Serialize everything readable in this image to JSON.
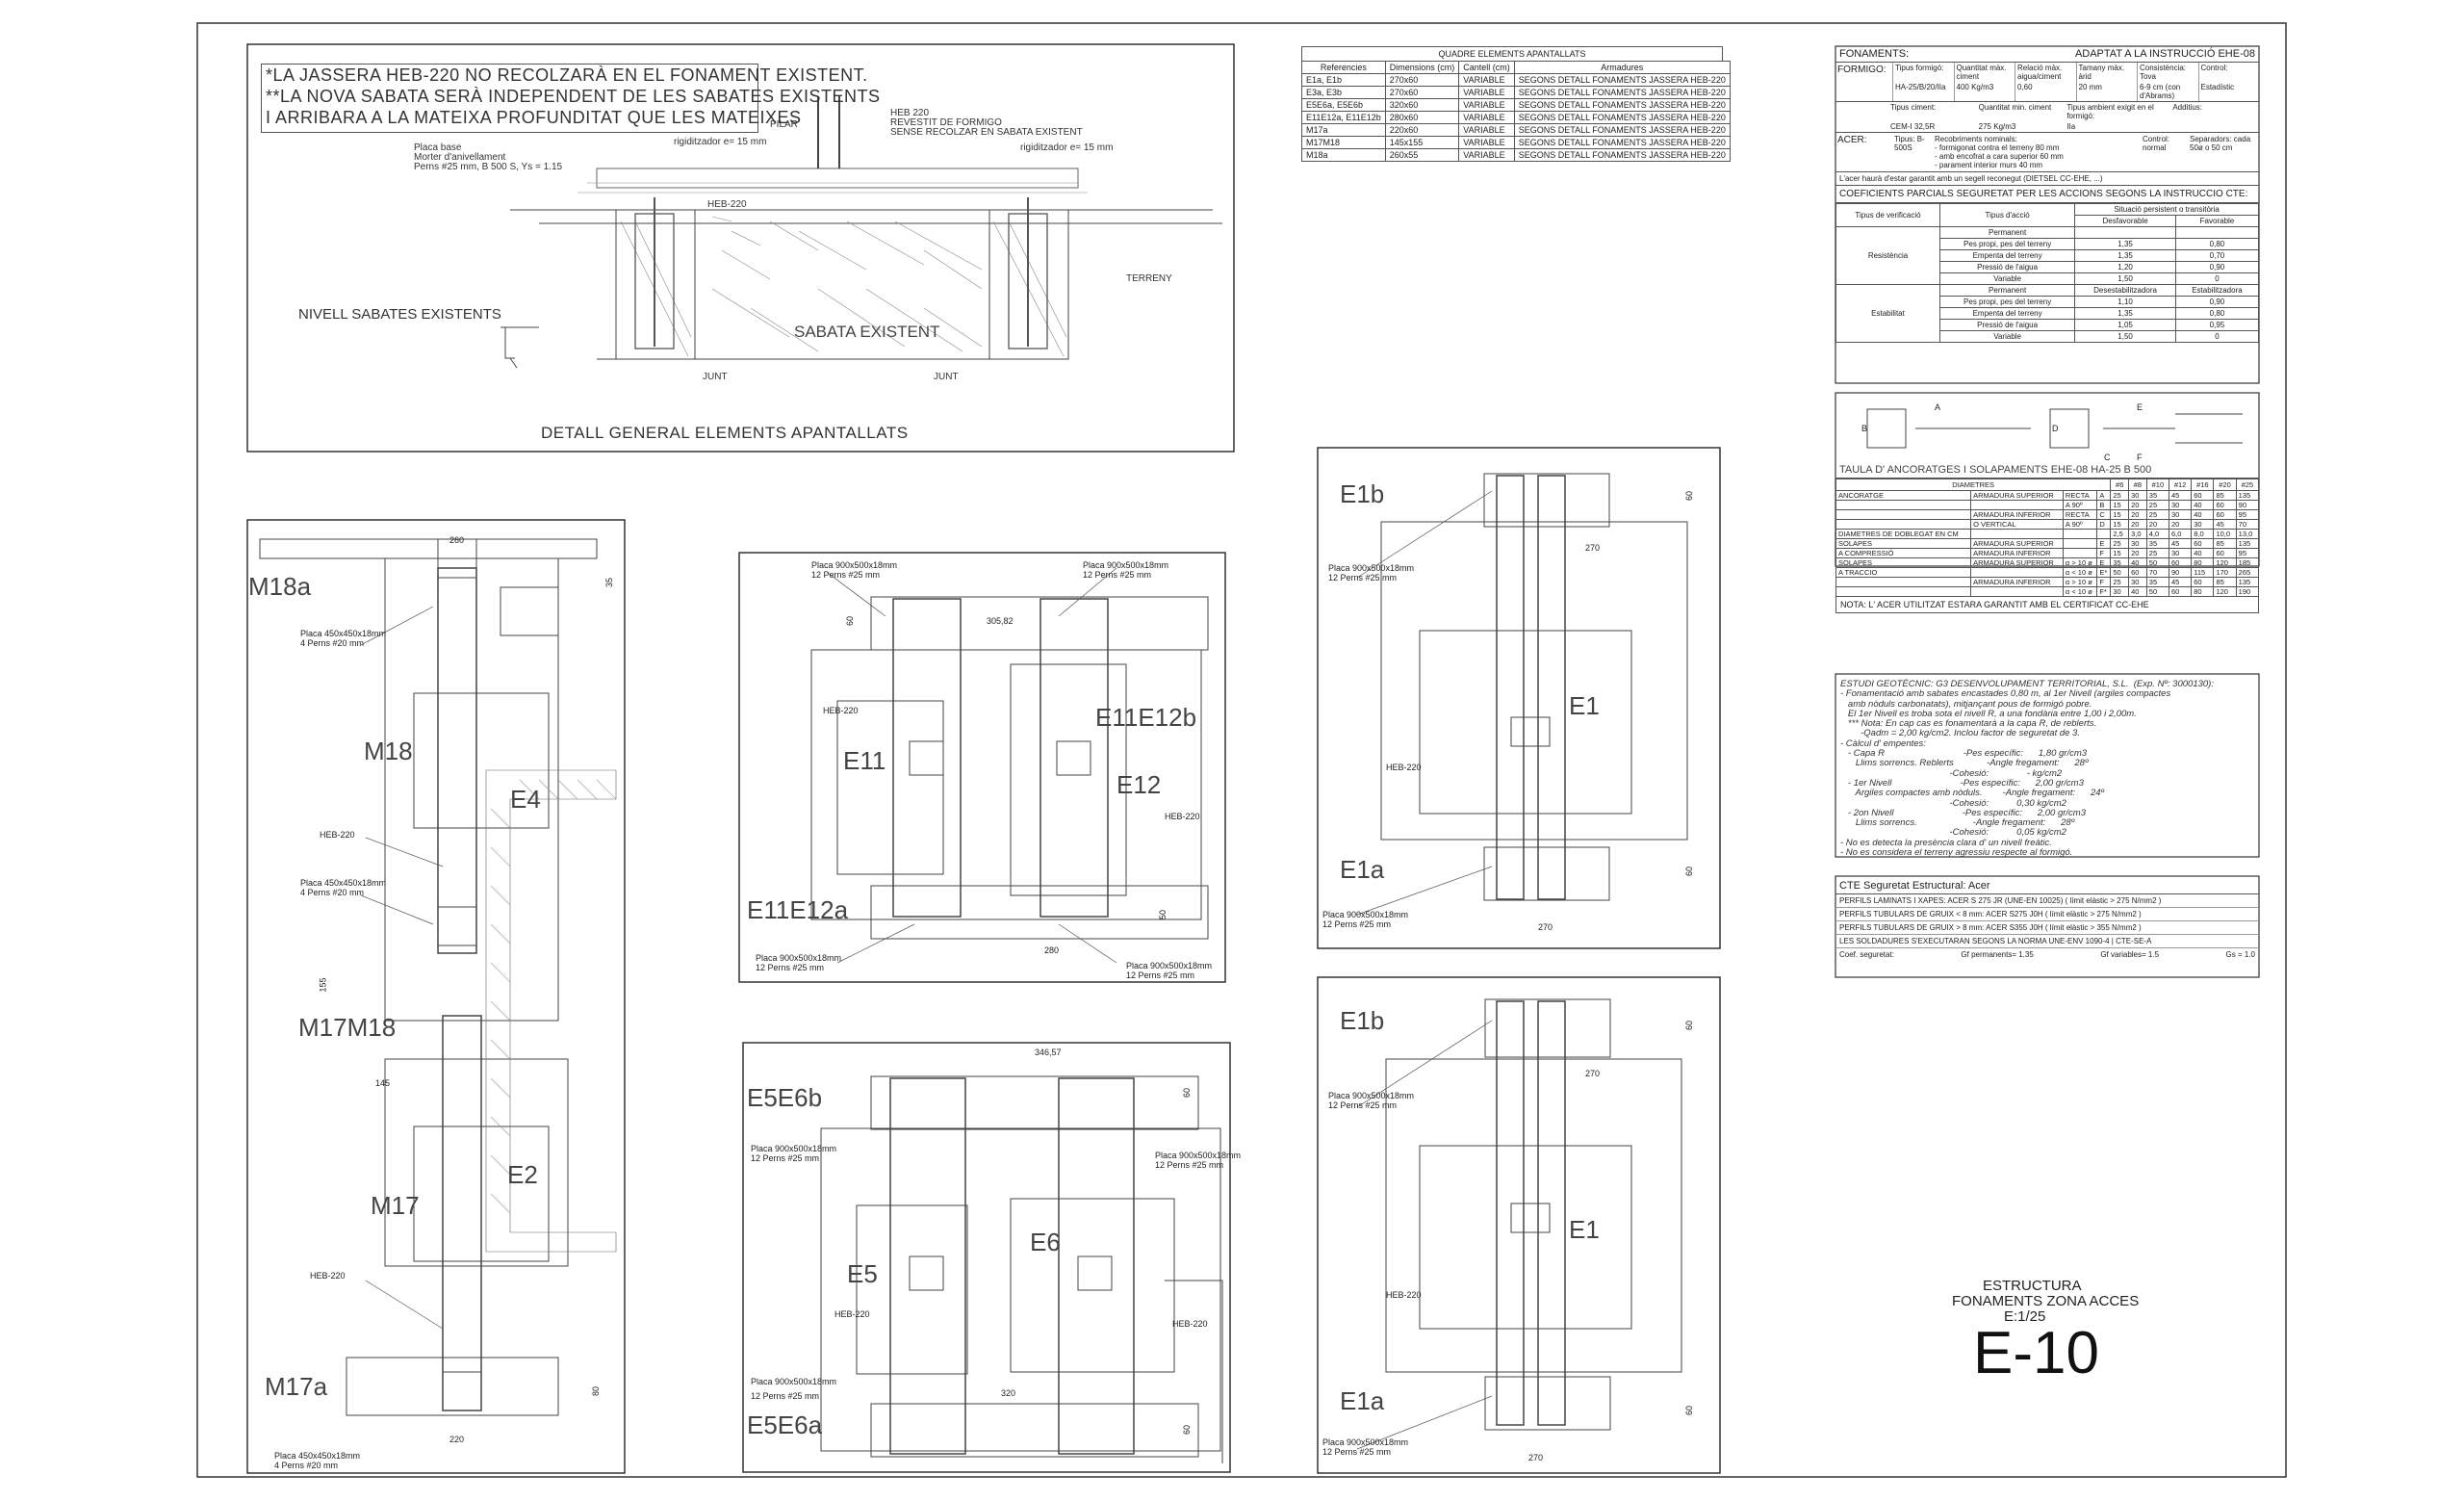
{
  "notes": {
    "line1": "*LA JASSERA HEB-220 NO RECOLZARÀ EN EL FONAMENT EXISTENT.",
    "line2": "**LA NOVA SABATA SERÀ INDEPENDENT DE LES SABATES EXISTENTS",
    "line3": "I ARRIBARA A LA MATEIXA PROFUNDITAT QUE LES MATEIXES"
  },
  "section": {
    "title": "DETALL GENERAL ELEMENTS APANTALLATS",
    "pilar": "PILAR",
    "heb_note": [
      "HEB 220",
      "REVESTIT DE FORMIGO",
      "SENSE RECOLZAR EN SABATA EXISTENT"
    ],
    "placa_note": [
      "Placa base",
      "Morter d'anivellament",
      "Perns #25 mm, B 500 S, Ys = 1.15"
    ],
    "rigid_left": "rigiditzador e= 15 mm",
    "rigid_right": "rigiditzador e= 15 mm",
    "heb": "HEB-220",
    "terreny": "TERRENY",
    "nivell": "NIVELL SABATES EXISTENTS",
    "sabata": "SABATA EXISTENT",
    "junt": "JUNT"
  },
  "quadre": {
    "title": "QUADRE ELEMENTS APANTALLATS",
    "headers": [
      "Referencies",
      "Dimensions (cm)",
      "Cantell (cm)",
      "Armadures"
    ],
    "rows": [
      [
        "E1a, E1b",
        "270x60",
        "VARIABLE",
        "SEGONS DETALL FONAMENTS JASSERA HEB-220"
      ],
      [
        "E3a, E3b",
        "270x60",
        "VARIABLE",
        "SEGONS DETALL FONAMENTS JASSERA HEB-220"
      ],
      [
        "E5E6a, E5E6b",
        "320x60",
        "VARIABLE",
        "SEGONS DETALL FONAMENTS JASSERA HEB-220"
      ],
      [
        "E11E12a, E11E12b",
        "280x60",
        "VARIABLE",
        "SEGONS DETALL FONAMENTS JASSERA HEB-220"
      ],
      [
        "M17a",
        "220x60",
        "VARIABLE",
        "SEGONS DETALL FONAMENTS JASSERA HEB-220"
      ],
      [
        "M17M18",
        "145x155",
        "VARIABLE",
        "SEGONS DETALL FONAMENTS JASSERA HEB-220"
      ],
      [
        "M18a",
        "260x55",
        "VARIABLE",
        "SEGONS DETALL FONAMENTS JASSERA HEB-220"
      ]
    ]
  },
  "fonaments": {
    "title": "FONAMENTS:",
    "subtitle": "ADAPTAT A LA INSTRUCCIÓ EHE-08",
    "formigo_label": "FORMIGO:",
    "formigo_cells": [
      "Tipus formigó:",
      "Quantitat màx. ciment",
      "Relació màx. aigua/ciment",
      "Tamany màx. àrid",
      "Consistència: Tova",
      "Control:"
    ],
    "formigo_vals": [
      "HA-25/B/20/IIa",
      "400 Kg/m3",
      "0,60",
      "20 mm",
      "6-9 cm (con d'Abrams)",
      "Estadístic"
    ],
    "ciment_cells": [
      "Tipus ciment:",
      "Quantitat min. ciment",
      "Tipus ambient exigit en el formigó:",
      "Additius:"
    ],
    "ciment_vals": [
      "CEM-I 32,5R",
      "275 Kg/m3",
      "IIa"
    ],
    "acer_label": "ACER:",
    "acer_tipus": "Tipus: B-500S",
    "acer_recob": [
      "Recobriments nominals:",
      "- formigonat contra el terreny 80 mm",
      "- amb encofrat a cara superior 60 mm",
      "- parament interior murs 40 mm"
    ],
    "acer_control": "Control: normal",
    "acer_sep": "Separadors: cada 50ø o 50 cm",
    "acer_note": "L'acer haurà d'estar garantit amb un segell reconegut (DIETSEL CC-EHE, ...)"
  },
  "coef": {
    "title": "COEFICIENTS PARCIALS SEGURETAT PER LES ACCIONS SEGONS LA INSTRUCCIO CTE:",
    "headers": [
      "Tipus de verificació",
      "Tipus d'acció",
      "Situació persistent o transitòria",
      "Desfavorable",
      "Favorable"
    ],
    "resistencia": "Resistència",
    "estabilitat": "Estabilitat",
    "res_rows": [
      [
        "Permanent",
        "",
        ""
      ],
      [
        "Pes propi, pes del terreny",
        "1,35",
        "0,80"
      ],
      [
        "Empenta del terreny",
        "1,35",
        "0,70"
      ],
      [
        "Pressió de l'aigua",
        "1,20",
        "0,90"
      ],
      [
        "Variable",
        "1,50",
        "0"
      ]
    ],
    "est_rows": [
      [
        "Permanent",
        "Desestabilitzadora",
        "Estabilitzadora"
      ],
      [
        "Pes propi, pes del terreny",
        "1,10",
        "0,90"
      ],
      [
        "Empenta del terreny",
        "1,35",
        "0,80"
      ],
      [
        "Pressió de l'aigua",
        "1,05",
        "0,95"
      ],
      [
        "Variable",
        "1,50",
        "0"
      ]
    ]
  },
  "ancoratges": {
    "letters": [
      "B",
      "A",
      "C",
      "D",
      "E",
      "F"
    ],
    "title": "TAULA D' ANCORATGES I SOLAPAMENTS EHE-08   HA-25   B 500",
    "diam_label": "DIAMETRES",
    "diams": [
      "#6",
      "#8",
      "#10",
      "#12",
      "#16",
      "#20",
      "#25"
    ],
    "rows": [
      [
        "ANCORATGE",
        "ARMADURA SUPERIOR",
        "RECTA",
        "A",
        "25",
        "30",
        "35",
        "45",
        "60",
        "85",
        "135"
      ],
      [
        "",
        "",
        "A 90º",
        "B",
        "15",
        "20",
        "25",
        "30",
        "40",
        "60",
        "90"
      ],
      [
        "",
        "ARMADURA INFERIOR",
        "RECTA",
        "C",
        "15",
        "20",
        "25",
        "30",
        "40",
        "60",
        "95"
      ],
      [
        "",
        "O VERTICAL",
        "A 90º",
        "D",
        "15",
        "20",
        "20",
        "20",
        "30",
        "45",
        "70"
      ],
      [
        "DIAMETRES DE DOBLEGAT EN CM",
        "",
        "",
        "",
        "2,5",
        "3,0",
        "4,0",
        "6,0",
        "8,0",
        "10,0",
        "13,0"
      ],
      [
        "SOLAPES",
        "ARMADURA SUPERIOR",
        "",
        "E",
        "25",
        "30",
        "35",
        "45",
        "60",
        "85",
        "135"
      ],
      [
        "A COMPRESSIÓ",
        "ARMADURA INFERIOR",
        "",
        "F",
        "15",
        "20",
        "25",
        "30",
        "40",
        "60",
        "95"
      ],
      [
        "SOLAPES",
        "ARMADURA SUPERIOR",
        "α > 10 ø",
        "E",
        "35",
        "40",
        "50",
        "60",
        "80",
        "120",
        "185"
      ],
      [
        "A TRACCIO",
        "",
        "α < 10 ø",
        "E*",
        "50",
        "60",
        "70",
        "90",
        "115",
        "170",
        "265"
      ],
      [
        "",
        "ARMADURA INFERIOR",
        "α > 10 ø",
        "F",
        "25",
        "30",
        "35",
        "45",
        "60",
        "85",
        "135"
      ],
      [
        "",
        "",
        "α < 10 ø",
        "F*",
        "30",
        "40",
        "50",
        "60",
        "80",
        "120",
        "190"
      ]
    ],
    "note": "NOTA: L' ACER UTILITZAT ESTARA GARANTIT AMB EL CERTIFICAT CC-EHE"
  },
  "geotec": {
    "lines": [
      "ESTUDI GEOTÈCNIC: G3 DESENVOLUPAMENT TERRITORIAL, S.L.  (Exp. Nº: 3000130):",
      "- Fonamentació amb sabates encastades 0,80 m, al 1er Nivell (argiles compactes",
      "   amb nòduls carbonatats), mitjançant pous de formigó pobre.",
      "   El 1er Nivell es troba sota el nivell R, a una fondària entre 1,00 i 2,00m.",
      "   *** Nota: En cap cas es fonamentarà a la capa R, de reblerts.",
      "        -Qadm = 2,00 kg/cm2. Inclou factor de seguretat de 3.",
      "- Càlcul d' empentes:",
      "   - Capa R                               -Pes específic:      1,80 gr/cm3",
      "      Llims sorrencs. Reblerts             -Angle fregament:      28º",
      "                                           -Cohesió:               - kg/cm2",
      "   - 1er Nivell                           -Pes específic:      2,00 gr/cm3",
      "      Argiles compactes amb nòduls.        -Angle fregament:      24º",
      "                                           -Cohesió:           0,30 kg/cm2",
      "   - 2on Nivell                           -Pes específic:      2,00 gr/cm3",
      "      Llims sorrencs.                      -Angle fregament:      28º",
      "                                           -Cohesió:           0,05 kg/cm2",
      "- No es detecta la presència clara d' un nivell freàtic.",
      "- No es considera el terreny agressiu respecte al formigó."
    ]
  },
  "cte": {
    "title": "CTE Seguretat Estructural: Acer",
    "lines": [
      "PERFILS LAMINATS I XAPES: ACER S 275 JR (UNE-EN 10025) ( límit elàstic > 275 N/mm2 )",
      "PERFILS TUBULARS DE GRUIX < 8 mm: ACER S275 J0H ( límit elàstic > 275 N/mm2 )",
      "PERFILS TUBULARS DE GRUIX > 8 mm: ACER S355 J0H ( límit elàstic > 355 N/mm2 )",
      "LES SOLDADURES S'EXECUTARAN SEGONS LA NORMA UNE-ENV 1090-4 | CTE-SE-A"
    ],
    "coef": [
      "Coef. seguretat:",
      "Gf permanents= 1.35",
      "Gf variables= 1.5",
      "Gs = 1.0"
    ]
  },
  "plans": {
    "m18a": "M18a",
    "m18": "M18",
    "e4": "E4",
    "m17m18": "M17M18",
    "m17": "M17",
    "e2": "E2",
    "m17a": "M17a",
    "e11": "E11",
    "e11e12b": "E11E12b",
    "e12": "E12",
    "e11e12a": "E11E12a",
    "e1b_top": "E1b",
    "e1_top": "E1",
    "e1a_top": "E1a",
    "e5e6b": "E5E6b",
    "e5": "E5",
    "e6": "E6",
    "e5e6a": "E5E6a",
    "e1b_bot": "E1b",
    "e1_bot": "E1",
    "e1a_bot": "E1a",
    "placa450": "Placa 450x450x18mm",
    "perns20": "4 Perns #20 mm",
    "placa900": "Placa 900x500x18mm",
    "perns25": "12 Perns #25 mm",
    "heb": "HEB-220",
    "dims": {
      "d260": "260",
      "d35": "35",
      "d155": "155",
      "d145": "145",
      "d220": "220",
      "d80": "80",
      "d305": "305,82",
      "d60": "60",
      "d280": "280",
      "d50": "50",
      "d270": "270",
      "d346": "346,57",
      "d320": "320"
    }
  },
  "title_block": {
    "line1": "ESTRUCTURA",
    "line2": "FONAMENTS ZONA ACCES",
    "line3": "E:1/25",
    "code": "E-10"
  }
}
